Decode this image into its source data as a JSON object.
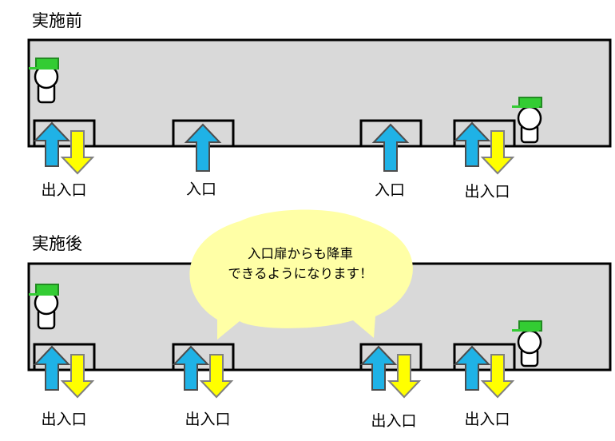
{
  "before": {
    "title": "実施前",
    "doors": [
      {
        "label": "出入口",
        "entry": true,
        "exit": true
      },
      {
        "label": "入口",
        "entry": true,
        "exit": false
      },
      {
        "label": "入口",
        "entry": true,
        "exit": false
      },
      {
        "label": "出入口",
        "entry": true,
        "exit": true
      }
    ]
  },
  "after": {
    "title": "実施後",
    "doors": [
      {
        "label": "出入口",
        "entry": true,
        "exit": true
      },
      {
        "label": "出入口",
        "entry": true,
        "exit": true
      },
      {
        "label": "出入口",
        "entry": true,
        "exit": true
      },
      {
        "label": "出入口",
        "entry": true,
        "exit": true
      }
    ]
  },
  "callout": {
    "line1": "入口扉からも降車",
    "line2": "できるようになります！"
  },
  "colors": {
    "bus_fill": "#d9d9d9",
    "entry_arrow": "#1fb2e6",
    "exit_arrow": "#ffff00",
    "cap": "#33cc33",
    "bubble": "#ffffa6"
  }
}
